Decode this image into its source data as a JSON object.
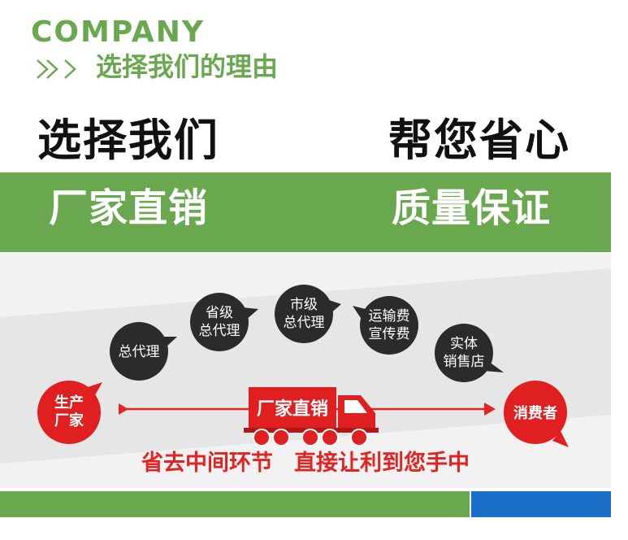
{
  "header": {
    "company": "COMPANY",
    "reason": "选择我们的理由",
    "chevron_icon": "double-chevron-right-icon"
  },
  "headline": {
    "left": "选择我们",
    "right": "帮您省心"
  },
  "band": {
    "left": "厂家直销",
    "right": "质量保证"
  },
  "flow": {
    "start": [
      "生产",
      "厂家"
    ],
    "steps": [
      {
        "lines": [
          "总代理"
        ]
      },
      {
        "lines": [
          "省级",
          "总代理"
        ]
      },
      {
        "lines": [
          "市级",
          "总代理"
        ]
      },
      {
        "lines": [
          "运输费",
          "宣传费"
        ]
      },
      {
        "lines": [
          "实体",
          "销售店"
        ]
      }
    ],
    "truck_label": "厂家直销",
    "end": "消费者",
    "truck_icon": "truck-icon"
  },
  "slogan": {
    "part1": "省去中间环节",
    "part2": "直接让利到您手中"
  },
  "colors": {
    "green": "#6aa84f",
    "blue": "#1c6fc8",
    "red": "#e32222",
    "dark": "#2b2b2b"
  }
}
